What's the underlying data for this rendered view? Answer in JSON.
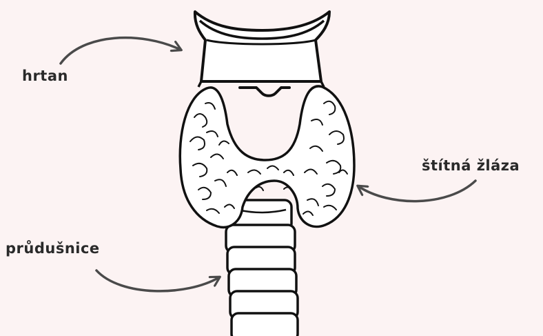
{
  "labels": {
    "larynx": "hrtan",
    "thyroid": "štítná žláza",
    "trachea": "průdušnice"
  },
  "colors": {
    "background": "#fcf3f3",
    "outline": "#111111",
    "arrow": "#4a4a4a",
    "fill": "#ffffff"
  }
}
